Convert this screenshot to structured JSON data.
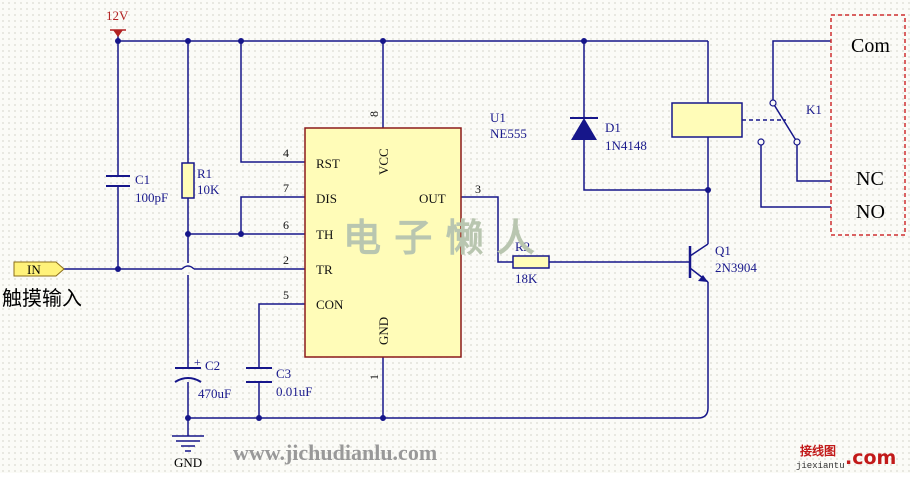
{
  "supply": {
    "label": "12V",
    "color": "#b22222"
  },
  "ground": {
    "label": "GND"
  },
  "input": {
    "port_label": "IN",
    "caption": "触摸输入"
  },
  "ic": {
    "ref": "U1",
    "part": "NE555",
    "pins": {
      "rst": {
        "name": "RST",
        "num": "4"
      },
      "dis": {
        "name": "DIS",
        "num": "7"
      },
      "th": {
        "name": "TH",
        "num": "6"
      },
      "tr": {
        "name": "TR",
        "num": "2"
      },
      "con": {
        "name": "CON",
        "num": "5"
      },
      "out": {
        "name": "OUT",
        "num": "3"
      },
      "vcc": {
        "name": "VCC",
        "num": "8"
      },
      "gnd": {
        "name": "GND",
        "num": "1"
      }
    }
  },
  "components": {
    "c1": {
      "ref": "C1",
      "value": "100pF"
    },
    "r1": {
      "ref": "R1",
      "value": "10K"
    },
    "c2": {
      "ref": "C2",
      "value": "470uF"
    },
    "c3": {
      "ref": "C3",
      "value": "0.01uF"
    },
    "r2": {
      "ref": "R2",
      "value": "18K"
    },
    "d1": {
      "ref": "D1",
      "value": "1N4148"
    },
    "q1": {
      "ref": "Q1",
      "value": "2N3904"
    },
    "k1": {
      "ref": "K1"
    }
  },
  "relay_terminals": {
    "com": "Com",
    "nc": "NC",
    "no": "NO"
  },
  "watermark": "电 子 懒 人",
  "footer_url": "www.jichudianlu.com",
  "logo": {
    "cn": "接线图",
    "en": "jiexiantu",
    "suffix": ".com"
  },
  "colors": {
    "wire": "#16168a",
    "ic_fill": "#fffcb8",
    "ic_border": "#8b1a1a",
    "relay_box": "#d03030",
    "relay_coil": "#fffcb8"
  }
}
